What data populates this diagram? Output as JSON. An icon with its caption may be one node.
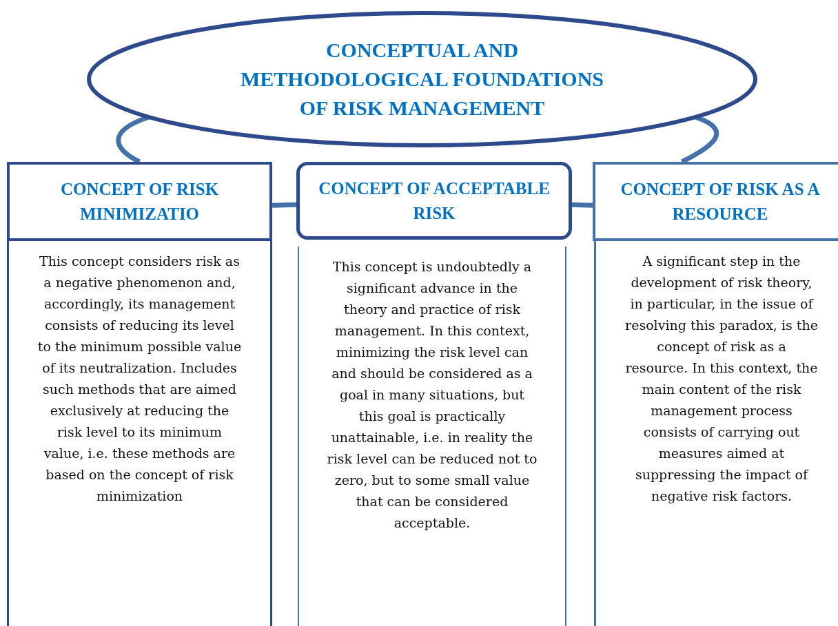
{
  "diagram": {
    "nodes": [
      {
        "text": [
          "CONCEPTUAL AND METHODOLOGICAL FOUNDATIONS OF RISK MANAGEMENT"
        ]
      },
      {
        "text": [
          "CONCEPT OF RISK MINIMIZATIO"
        ]
      },
      {
        "text": [
          "This concept considers risk as a negative phenomenon and, accordingly, its management consists of reducing its level to the minimum possible value of its neutralization. Includes such methods that are aimed exclusively at reducing the risk level to its minimum value, i.e. these methods are based on the concept of risk minimization"
        ]
      },
      {
        "text": [
          "CONCEPT OF ACCEPTABLE RISK"
        ]
      },
      {
        "text": [
          "This concept is undoubtedly a significant advance in the theory and practice of risk management. In this context, minimizing the risk level can and should be considered as a goal in many situations, but this goal is practically unattainable, i.e. in reality the risk level can be reduced not to zero, but to some small value that can be considered acceptable."
        ]
      },
      {
        "text": [
          "CONCEPT OF RISK AS A RESOURCE"
        ]
      },
      {
        "text": [
          "A significant step in the development of risk theory, in particular, in the issue of resolving this paradox, is the concept of risk as a resource. In this context, the main content of the risk management process consists of carrying out measures aimed at suppressing the impact of negative risk factors."
        ]
      }
    ],
    "edges": [
      {
        "from": 0,
        "to": 1,
        "arrow": "none"
      },
      {
        "from": 0,
        "to": 5,
        "arrow": "none"
      },
      {
        "from": 1,
        "to": 3,
        "arrow": "none"
      },
      {
        "from": 3,
        "to": 5,
        "arrow": "none"
      }
    ]
  }
}
